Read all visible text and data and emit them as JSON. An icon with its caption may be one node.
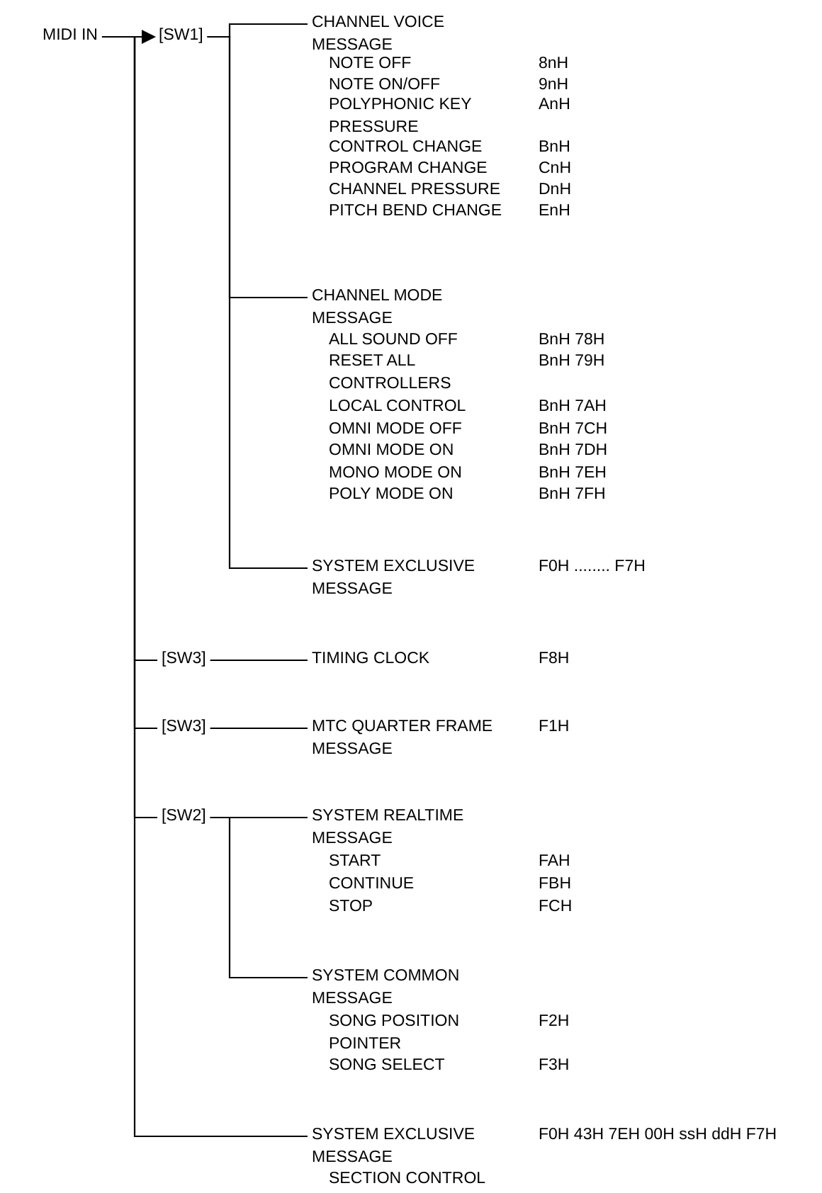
{
  "diagram": {
    "nodes": [
      {
        "text": [
          "MIDI IN"
        ]
      },
      {
        "text": [
          "[SW1]"
        ]
      },
      {
        "text": [
          "CHANNEL VOICE MESSAGE"
        ]
      },
      {
        "text": [
          "CHANNEL MODE MESSAGE"
        ]
      },
      {
        "text": [
          "SYSTEM EXCLUSIVE MESSAGE"
        ]
      },
      {
        "text": [
          "[SW3]"
        ]
      },
      {
        "text": [
          "TIMING CLOCK"
        ]
      },
      {
        "text": [
          "[SW3]"
        ]
      },
      {
        "text": [
          "MTC QUARTER FRAME MESSAGE"
        ]
      },
      {
        "text": [
          "[SW2]"
        ]
      },
      {
        "text": [
          "SYSTEM REALTIME MESSAGE"
        ]
      },
      {
        "text": [
          "SYSTEM COMMON MESSAGE"
        ]
      },
      {
        "text": [
          "SYSTEM EXCLUSIVE MESSAGE"
        ]
      }
    ],
    "edges": [
      {
        "from": 0,
        "to": 1,
        "arrow": "to"
      },
      {
        "from": 1,
        "to": 2,
        "arrow": "none"
      },
      {
        "from": 1,
        "to": 3,
        "arrow": "none"
      },
      {
        "from": 1,
        "to": 4,
        "arrow": "none"
      },
      {
        "from": 0,
        "to": 5,
        "arrow": "none"
      },
      {
        "from": 5,
        "to": 6,
        "arrow": "none"
      },
      {
        "from": 0,
        "to": 7,
        "arrow": "none"
      },
      {
        "from": 7,
        "to": 8,
        "arrow": "none"
      },
      {
        "from": 0,
        "to": 9,
        "arrow": "none"
      },
      {
        "from": 9,
        "to": 10,
        "arrow": "none"
      },
      {
        "from": 9,
        "to": 11,
        "arrow": "none"
      },
      {
        "from": 0,
        "to": 12,
        "arrow": "none"
      }
    ],
    "labels": [
      "NOTE OFF",
      "8nH",
      "NOTE ON/OFF",
      "9nH",
      "POLYPHONIC KEY PRESSURE",
      "AnH",
      "CONTROL CHANGE",
      "BnH",
      "PROGRAM CHANGE",
      "CnH",
      "CHANNEL PRESSURE",
      "DnH",
      "PITCH BEND CHANGE",
      "EnH",
      "ALL SOUND OFF",
      "BnH 78H",
      "RESET ALL CONTROLLERS",
      "BnH 79H",
      "LOCAL CONTROL",
      "BnH 7AH",
      "OMNI MODE OFF",
      "BnH 7CH",
      "OMNI MODE ON",
      "BnH 7DH",
      "MONO MODE ON",
      "BnH 7EH",
      "POLY MODE ON",
      "BnH 7FH",
      "F0H ........ F7H",
      "F8H",
      "F1H",
      "START",
      "FAH",
      "CONTINUE",
      "FBH",
      "STOP",
      "FCH",
      "SONG POSITION POINTER",
      "F2H",
      "SONG SELECT",
      "F3H",
      "F0H 43H 7EH 00H ssH ddH F7H",
      "SECTION CONTROL"
    ]
  }
}
